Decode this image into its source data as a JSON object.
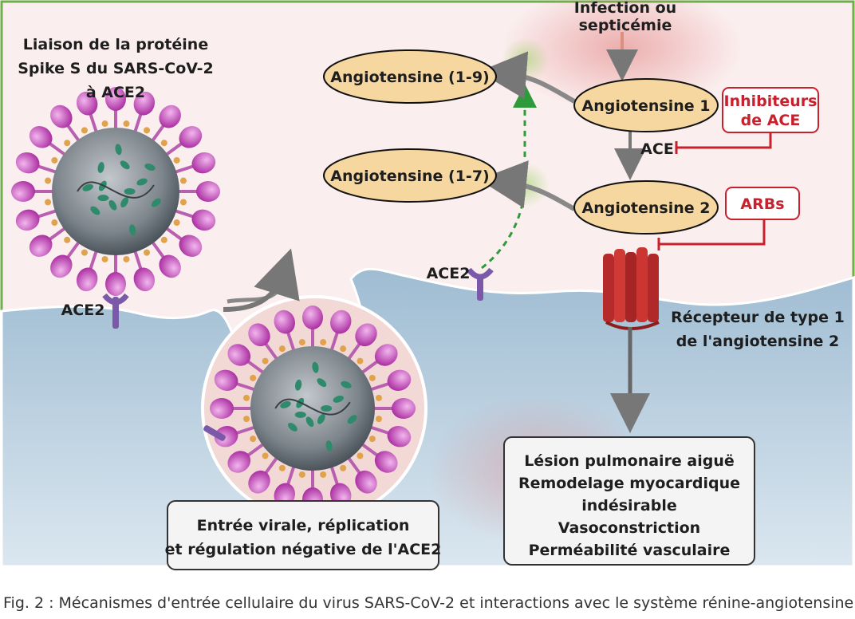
{
  "top_label": [
    "Infection ou",
    "septicémie"
  ],
  "spike_label": [
    "Liaison de la protéine",
    "Spike S du SARS-CoV-2",
    "à ACE2"
  ],
  "nodes": {
    "ang19": "Angiotensine (1-9)",
    "ang17": "Angiotensine (1-7)",
    "ang1": "Angiotensine 1",
    "ang2": "Angiotensine 2"
  },
  "inhibitors": {
    "ace_inhibitors": [
      "Inhibiteurs",
      "de ACE"
    ],
    "arbs": "ARBs"
  },
  "ace_label": "ACE",
  "ace2_left": "ACE2",
  "ace2_mid": "ACE2",
  "receptor_label": [
    "Récepteur de type 1",
    "de l'angiotensine 2"
  ],
  "entry_box": [
    "Entrée virale, réplication",
    "et régulation négative de l'ACE2"
  ],
  "effects_box": [
    "Lésion pulmonaire aiguë",
    "Remodelage myocardique",
    "indésirable",
    "Vasoconstriction",
    "Perméabilité vasculaire"
  ],
  "caption": "Fig. 2 : Mécanismes d'entrée cellulaire du virus SARS-CoV-2 et interactions avec le système rénine-angiotensine."
}
